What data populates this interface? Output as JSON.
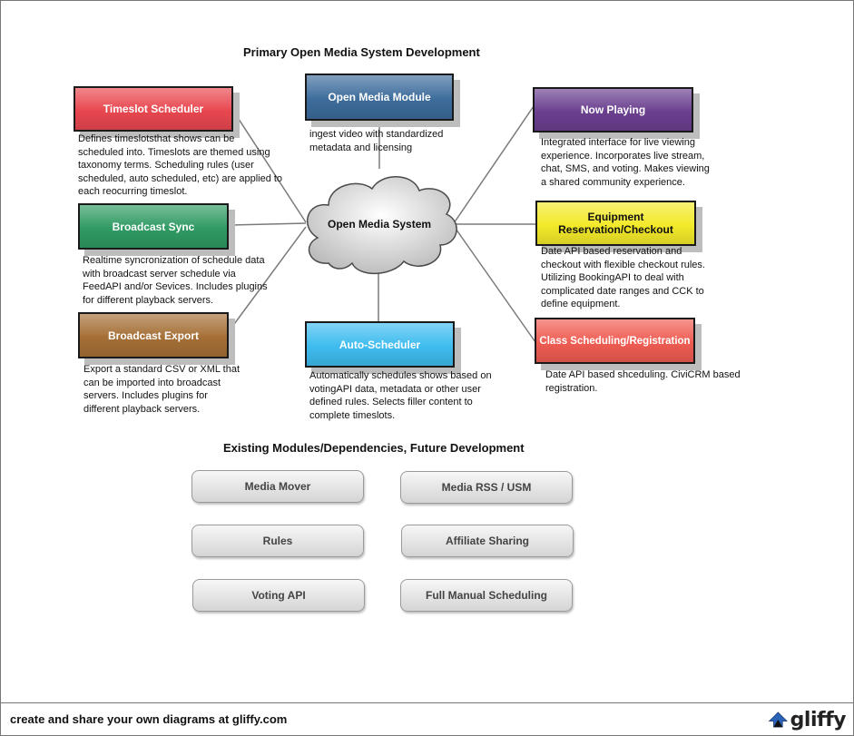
{
  "headings": {
    "primary": "Primary Open Media System Development",
    "existing": "Existing Modules/Dependencies, Future Development"
  },
  "center": {
    "label": "Open Media System"
  },
  "nodes": {
    "timeslot_scheduler": {
      "label": "Timeslot Scheduler",
      "color": "#e8474f",
      "desc": "Defines timeslotsthat shows can be\nscheduled into. Timeslots are themed using\ntaxonomy terms. Scheduling rules (user\nscheduled, auto scheduled, etc) are applied to\neach reocurring timeslot."
    },
    "open_media_module": {
      "label": "Open Media Module",
      "color": "#3d6c9c",
      "desc": "ingest video with standardized\nmetadata and licensing"
    },
    "now_playing": {
      "label": "Now Playing",
      "color": "#6a3f8f",
      "desc": "Integrated interface for live viewing\nexperience. Incorporates live stream,\nchat, SMS, and voting. Makes viewing\na shared community experience."
    },
    "broadcast_sync": {
      "label": "Broadcast Sync",
      "color": "#2f9a63",
      "desc": "Realtime syncronization of schedule data\nwith broadcast server schedule via\nFeedAPI and/or Sevices. Includes plugins\nfor different playback servers."
    },
    "equipment": {
      "label": "Equipment\nReservation/Checkout",
      "color": "#f3ea2a",
      "desc": "Date API based reservation and\ncheckout with flexible checkout rules.\nUtilizing BookingAPI to deal with\ncomplicated date ranges and CCK to\ndefine equipment."
    },
    "broadcast_export": {
      "label": "Broadcast Export",
      "color": "#a56f36",
      "desc": "Export a standard CSV or XML that\ncan be imported into broadcast\nservers. Includes plugins for\ndifferent playback servers."
    },
    "auto_scheduler": {
      "label": "Auto-Scheduler",
      "color": "#3ebcef",
      "desc": "Automatically schedules shows based on\nvotingAPI data, metadata or other user\ndefined rules. Selects filler content to\ncomplete timeslots."
    },
    "class_scheduling": {
      "label": "Class Scheduling/Registration",
      "color": "#ef5c52",
      "desc": "Date API based shceduling. CiviCRM based\nregistration."
    }
  },
  "modules": [
    "Media Mover",
    "Media RSS / USM",
    "Rules",
    "Affiliate Sharing",
    "Voting API",
    "Full Manual Scheduling"
  ],
  "footer": {
    "text": "create and share your own diagrams at gliffy.com",
    "logo": "gliffy"
  }
}
